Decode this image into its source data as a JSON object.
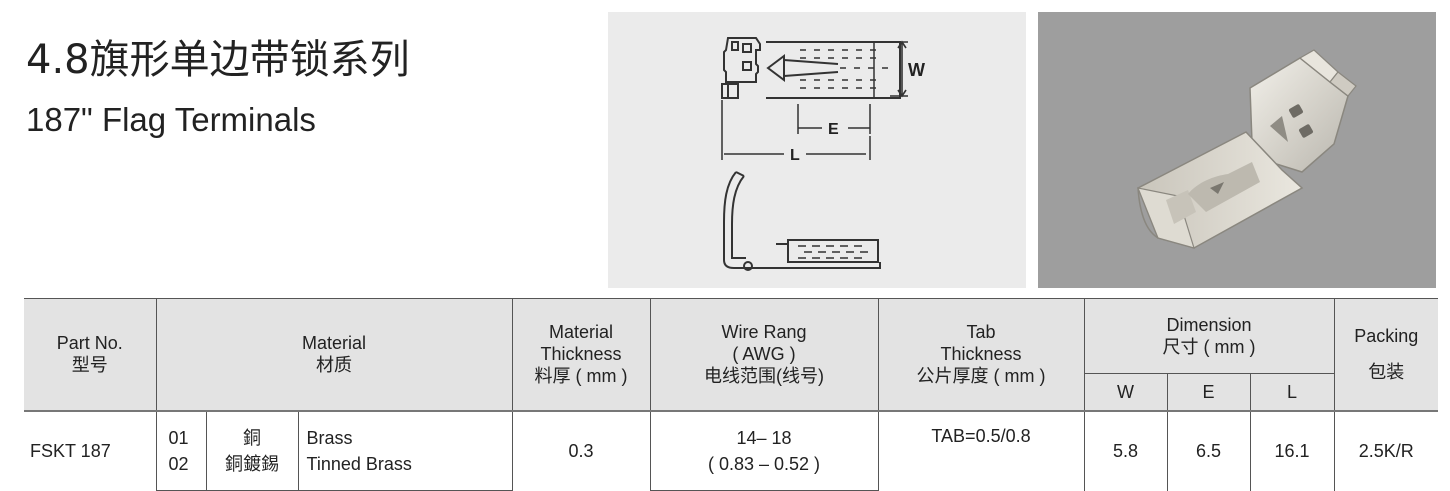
{
  "title_cn": "4.8旗形单边带锁系列",
  "title_en": "187\" Flag Terminals",
  "drawing_labels": {
    "w": "W",
    "e": "E",
    "l": "L"
  },
  "table": {
    "headers": {
      "part_no_en": "Part No.",
      "part_no_cn": "型号",
      "material_en": "Material",
      "material_cn": "材质",
      "thickness_en_1": "Material",
      "thickness_en_2": "Thickness",
      "thickness_cn": "料厚 ( mm )",
      "wire_en_1": "Wire Rang",
      "wire_en_2": "( AWG )",
      "wire_cn": "电线范围(线号)",
      "tab_en_1": "Tab",
      "tab_en_2": "Thickness",
      "tab_cn": "公片厚度 ( mm )",
      "dimension_en": "Dimension",
      "dimension_cn": "尺寸 ( mm )",
      "dim_w": "W",
      "dim_e": "E",
      "dim_l": "L",
      "packing_en": "Packing",
      "packing_cn": "包装"
    },
    "row": {
      "part_no": "FSKT 187",
      "materials": [
        {
          "code": "01",
          "cn": "銅",
          "en": "Brass"
        },
        {
          "code": "02",
          "cn": "銅鍍錫",
          "en": "Tinned Brass"
        }
      ],
      "thickness": "0.3",
      "wire_awg": "14– 18",
      "wire_mm": "( 0.83 – 0.52 )",
      "tab": "TAB=0.5/0.8",
      "w": "5.8",
      "e": "6.5",
      "l": "16.1",
      "packing": "2.5K/R"
    }
  }
}
